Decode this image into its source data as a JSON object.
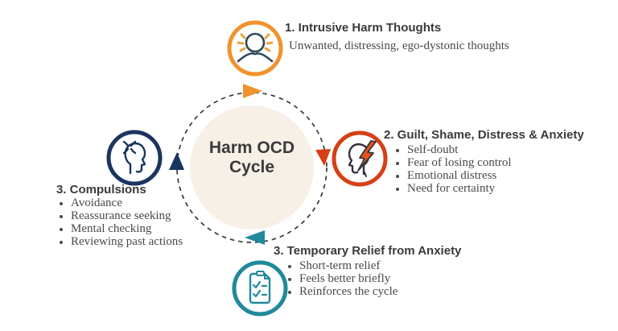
{
  "center": {
    "label": "Harm OCD Cycle"
  },
  "colors": {
    "orange": "#F0932E",
    "red_orange": "#D63F17",
    "teal": "#20899B",
    "navy": "#1A3560",
    "center_circle_fill": "#F6F0E7",
    "dashed_ring": "#3A3A3A",
    "title_text": "#3A3A3A",
    "body_text": "#4A4A4A"
  },
  "nodes": [
    {
      "position": "top",
      "label": "1. Intrusive Harm Thoughts",
      "description": "Unwanted, distressing, ego-dystonic thoughts",
      "icon": "person-alert-icon",
      "accent": "#F0932E"
    },
    {
      "position": "right",
      "label": "2. Guilt, Shame, Distress & Anxiety",
      "bullets": [
        "Self-doubt",
        "Fear of losing control",
        "Emotional distress",
        "Need for certainty"
      ],
      "icon": "head-lightning-icon",
      "accent": "#D63F17"
    },
    {
      "position": "bottom",
      "label": "3. Temporary Relief from Anxiety",
      "bullets": [
        "Short-term relief",
        "Feels better briefly",
        "Reinforces the cycle"
      ],
      "icon": "checklist-icon",
      "accent": "#20899B"
    },
    {
      "position": "left",
      "label": "3. Compulsions",
      "bullets": [
        "Avoidance",
        "Reassurance seeking",
        "Mental checking",
        "Reviewing past actions"
      ],
      "icon": "head-stress-icon",
      "accent": "#1A3560"
    }
  ]
}
